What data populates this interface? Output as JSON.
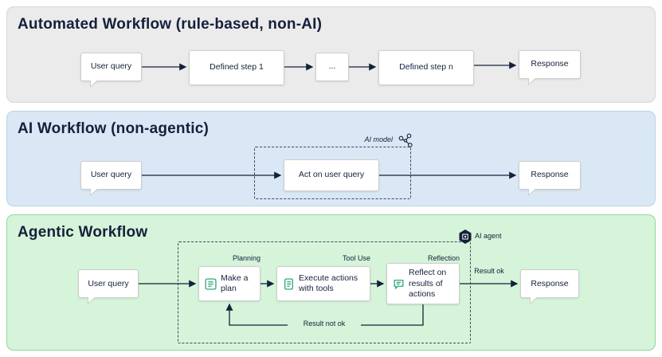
{
  "panels": {
    "automated": {
      "title": "Automated Workflow (rule-based, non-AI)",
      "user_query": "User query",
      "step1": "Defined step 1",
      "ellipsis": "...",
      "stepn": "Defined step n",
      "response": "Response"
    },
    "ai_workflow": {
      "title": "AI Workflow (non-agentic)",
      "user_query": "User query",
      "act": "Act on user query",
      "model_label": "AI model",
      "response": "Response"
    },
    "agentic": {
      "title": "Agentic Workflow",
      "user_query": "User query",
      "agent_label": "AI agent",
      "planning_label": "Planning",
      "tool_use_label": "Tool Use",
      "reflection_label": "Reflection",
      "plan": "Make a plan",
      "execute": "Execute actions with tools",
      "reflect": "Reflect on results of actions",
      "result_ok": "Result ok",
      "result_not_ok": "Result not ok",
      "response": "Response"
    }
  },
  "icons": {
    "ai_model": "molecule-icon",
    "ai_agent": "hexagon-chip-icon",
    "plan": "checklist-icon",
    "execute": "document-icon",
    "reflect": "chat-bubble-icon"
  },
  "colors": {
    "navy": "#15203c",
    "automated_bg": "#ebebeb",
    "ai_bg": "#dae8f5",
    "agentic_bg": "#d5f4d9",
    "icon_green": "#169f6f"
  }
}
